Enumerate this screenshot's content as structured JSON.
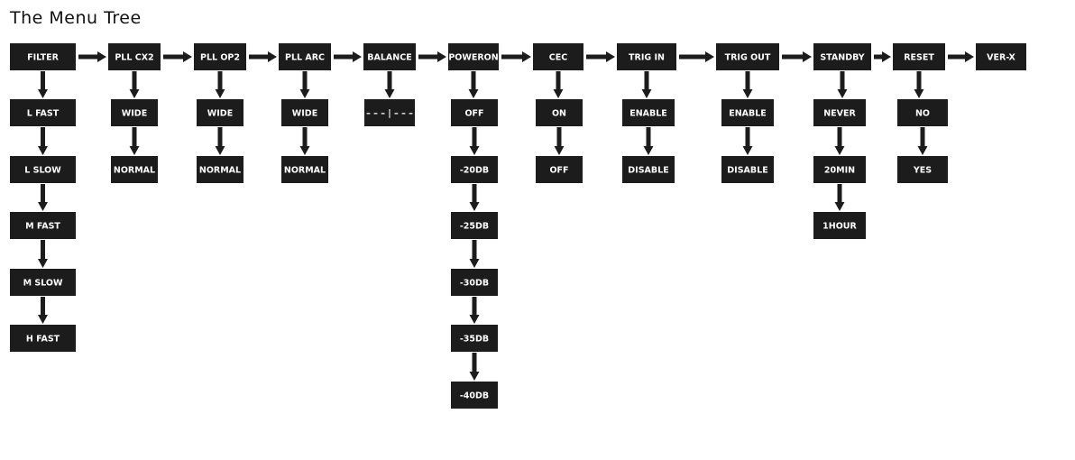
{
  "title": "The Menu Tree",
  "colors": {
    "box": "#1c1c1c",
    "text": "#ffffff",
    "arrow": "#1c1c1c"
  },
  "menus": [
    {
      "label": "FILTER",
      "options": [
        "L FAST",
        "L SLOW",
        "M FAST",
        "M SLOW",
        "H FAST"
      ]
    },
    {
      "label": "PLL CX2",
      "options": [
        "WIDE",
        "NORMAL"
      ]
    },
    {
      "label": "PLL OP2",
      "options": [
        "WIDE",
        "NORMAL"
      ]
    },
    {
      "label": "PLL ARC",
      "options": [
        "WIDE",
        "NORMAL"
      ]
    },
    {
      "label": "BALANCE",
      "options": [
        "– – – | – – –"
      ]
    },
    {
      "label": "POWERON",
      "options": [
        "OFF",
        "-20DB",
        "-25DB",
        "-30DB",
        "-35DB",
        "-40DB"
      ]
    },
    {
      "label": "CEC",
      "options": [
        "ON",
        "OFF"
      ]
    },
    {
      "label": "TRIG IN",
      "options": [
        "ENABLE",
        "DISABLE"
      ]
    },
    {
      "label": "TRIG OUT",
      "options": [
        "ENABLE",
        "DISABLE"
      ]
    },
    {
      "label": "STANDBY",
      "options": [
        "NEVER",
        "20MIN",
        "1HOUR"
      ]
    },
    {
      "label": "RESET",
      "options": [
        "NO",
        "YES"
      ]
    },
    {
      "label": "VER-X",
      "options": []
    }
  ]
}
